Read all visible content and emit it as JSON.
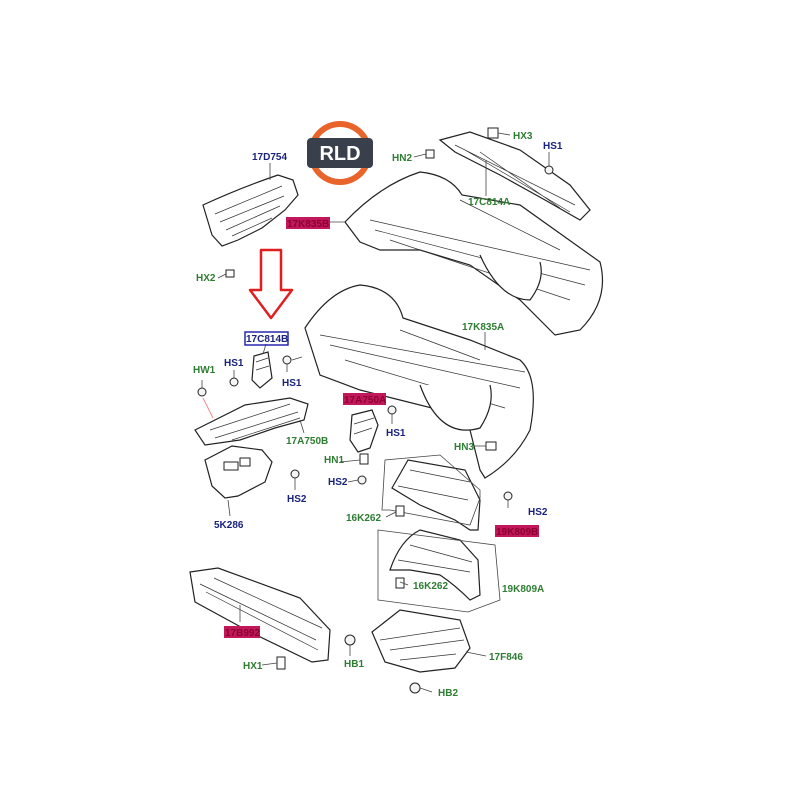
{
  "logo": {
    "text": "RLD",
    "colors": {
      "ring": "#e8642a",
      "bar": "#3a3f4c",
      "text": "#3a3f4c"
    }
  },
  "callouts": {
    "c17D754": "17D754",
    "cHX2": "HX2",
    "c17C814B": "17C814B",
    "cHW1": "HW1",
    "cHS1a": "HS1",
    "cHS1b": "HS1",
    "c17A750B": "17A750B",
    "cHS2a": "HS2",
    "c5K286": "5K286",
    "c17B992": "17B992",
    "cHX1": "HX1",
    "cHB1": "HB1",
    "cHN2": "HN2",
    "cHX3": "HX3",
    "cHS1c": "HS1",
    "c17C814A": "17C814A",
    "c17K835B": "17K835B",
    "c17K835A": "17K835A",
    "c17A750A": "17A750A",
    "cHS1d": "HS1",
    "cHN1": "HN1",
    "cHS2b": "HS2",
    "cHN3": "HN3",
    "c16K262a": "16K262",
    "cHS2c": "HS2",
    "c19K809B": "19K809B",
    "c16K262b": "16K262",
    "c19K809A": "19K809A",
    "c17F846": "17F846",
    "cHB2": "HB2"
  },
  "colors": {
    "green_label": "#2e7d32",
    "blue_label": "#1a237e",
    "highlight": "#c2185b",
    "arrow": "#e02020"
  }
}
